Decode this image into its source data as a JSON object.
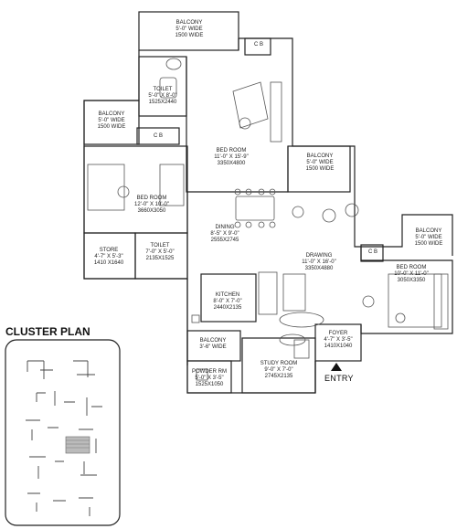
{
  "rooms": {
    "balcony_top": {
      "name": "BALCONY",
      "line2": "5'-0\" WIDE",
      "line3": "1500 WIDE"
    },
    "cb_top": {
      "name": "C B"
    },
    "toilet_1": {
      "name": "TOILET",
      "line2": "5'-0\" X 8'-0\"",
      "line3": "1525X2440"
    },
    "balcony_left": {
      "name": "BALCONY",
      "line2": "5'-0\" WIDE",
      "line3": "1500 WIDE"
    },
    "cb_left": {
      "name": "C B"
    },
    "bedroom_main": {
      "name": "BED ROOM",
      "line2": "11'-0\" X 15'-9\"",
      "line3": "3350X4800"
    },
    "balcony_mid": {
      "name": "BALCONY",
      "line2": "5'-0\" WIDE",
      "line3": "1500 WIDE"
    },
    "bedroom_left": {
      "name": "BED ROOM",
      "line2": "12'-0\" X 10'-0\"",
      "line3": "3660X3050"
    },
    "dining": {
      "name": "DINING",
      "line2": "8'-5\" X 9'-0\"",
      "line3": "2555X2745"
    },
    "balcony_right": {
      "name": "BALCONY",
      "line2": "5'-0\" WIDE",
      "line3": "1500 WIDE"
    },
    "store": {
      "name": "STORE",
      "line2": "4'-7\" X 5'-3\"",
      "line3": "1410 X1640"
    },
    "toilet_2": {
      "name": "TOILET",
      "line2": "7'-0\" X 5'-0\"",
      "line3": "2135X1525"
    },
    "drawing": {
      "name": "DRAWING",
      "line2": "11'-0\" X 16'-0\"",
      "line3": "3350X4880"
    },
    "cb_right": {
      "name": "C B"
    },
    "bedroom_right": {
      "name": "BED ROOM",
      "line2": "10'-0\" X 11'-0\"",
      "line3": "3050X3350"
    },
    "kitchen": {
      "name": "KITCHEN",
      "line2": "8'-0\" X 7'-0\"",
      "line3": "2440X2135"
    },
    "balcony_small": {
      "name": "BALCONY",
      "line2": "3'-6\" WIDE"
    },
    "foyer": {
      "name": "FOYER",
      "line2": "4'-7\" X 3'-5\"",
      "line3": "1410X1040"
    },
    "powder": {
      "name": "POWDER RM",
      "line2": "5'-0\" X 3'-5\"",
      "line3": "1525X1050"
    },
    "study": {
      "name": "STUDY ROOM",
      "line2": "9'-0\" X 7'-0\"",
      "line3": "2745X2135"
    }
  },
  "cluster_plan": {
    "title": "CLUSTER PLAN"
  },
  "entry": {
    "label": "ENTRY"
  }
}
